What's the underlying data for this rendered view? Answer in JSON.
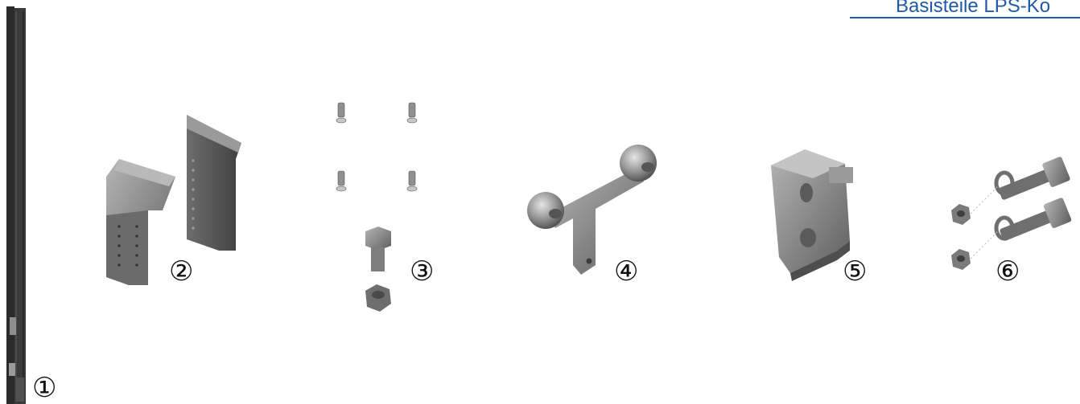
{
  "header": {
    "title": "Basisteile LPS-Ko",
    "accent_color": "#1e5aa8"
  },
  "callouts": [
    "①",
    "②",
    "③",
    "④",
    "⑤",
    "⑥"
  ],
  "parts": [
    {
      "callout": "①",
      "icon": "rail-icon"
    },
    {
      "callout": "②",
      "icon": "bracket-pair-icon"
    },
    {
      "callout": "③",
      "icon": "screw-bolt-nut-set-icon"
    },
    {
      "callout": "④",
      "icon": "roller-bracket-icon"
    },
    {
      "callout": "⑤",
      "icon": "guide-block-icon"
    },
    {
      "callout": "⑥",
      "icon": "bolt-washer-nut-set-icon"
    }
  ]
}
